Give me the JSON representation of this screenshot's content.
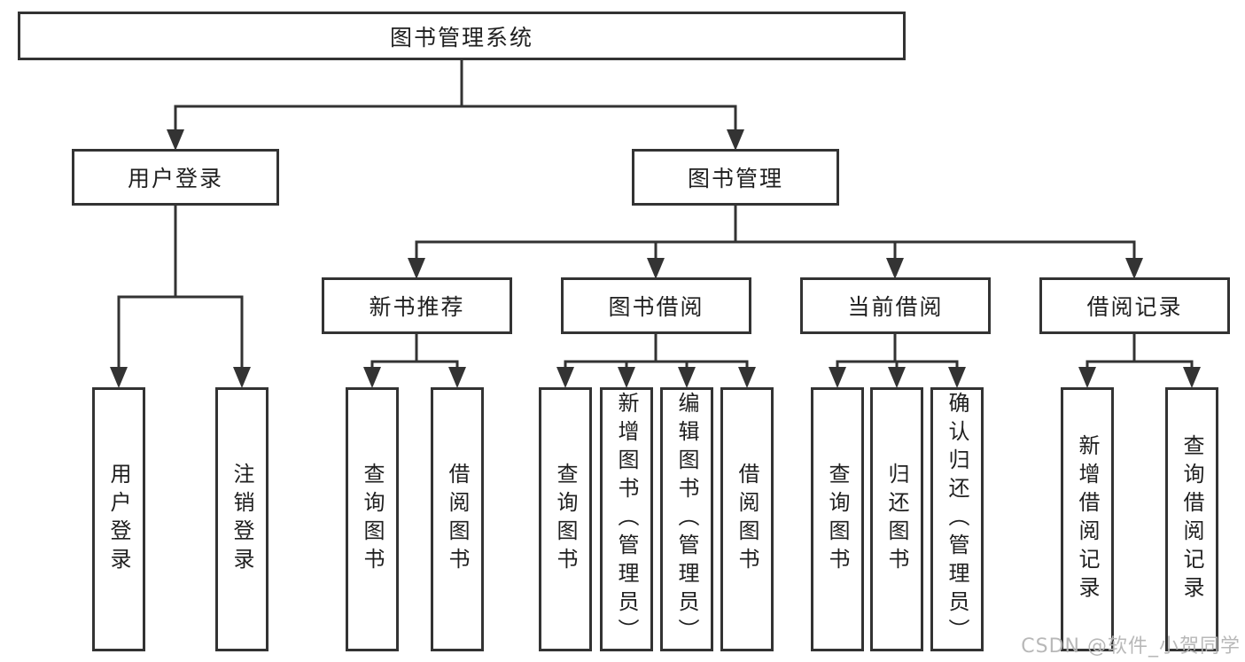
{
  "diagram": {
    "title_node": {
      "label": "图书管理系统"
    },
    "level2": [
      {
        "id": "user-login",
        "label": "用户登录"
      },
      {
        "id": "book-management",
        "label": "图书管理"
      }
    ],
    "level3": [
      {
        "id": "new-book-recommend",
        "label": "新书推荐"
      },
      {
        "id": "book-borrowing",
        "label": "图书借阅"
      },
      {
        "id": "current-borrowing",
        "label": "当前借阅"
      },
      {
        "id": "borrowing-records",
        "label": "借阅记录"
      }
    ],
    "leaves": [
      {
        "parent": "用户登录",
        "label": "用户登录"
      },
      {
        "parent": "用户登录",
        "label": "注销登录"
      },
      {
        "parent": "新书推荐",
        "label": "查询图书"
      },
      {
        "parent": "新书推荐",
        "label": "借阅图书"
      },
      {
        "parent": "图书借阅",
        "label": "查询图书"
      },
      {
        "parent": "图书借阅",
        "label": "新增图书（管理员）"
      },
      {
        "parent": "图书借阅",
        "label": "编辑图书（管理员）"
      },
      {
        "parent": "图书借阅",
        "label": "借阅图书"
      },
      {
        "parent": "当前借阅",
        "label": "查询图书"
      },
      {
        "parent": "当前借阅",
        "label": "归还图书"
      },
      {
        "parent": "当前借阅",
        "label": "确认归还（管理员）"
      },
      {
        "parent": "借阅记录",
        "label": "新增借阅记录"
      },
      {
        "parent": "借阅记录",
        "label": "查询借阅记录"
      }
    ],
    "colors": {
      "line": "#333333",
      "text": "#1f1f1f",
      "background": "#ffffff",
      "watermark": "#b5b5b5"
    }
  },
  "watermark": {
    "text": "CSDN @软件_小贺同学"
  }
}
